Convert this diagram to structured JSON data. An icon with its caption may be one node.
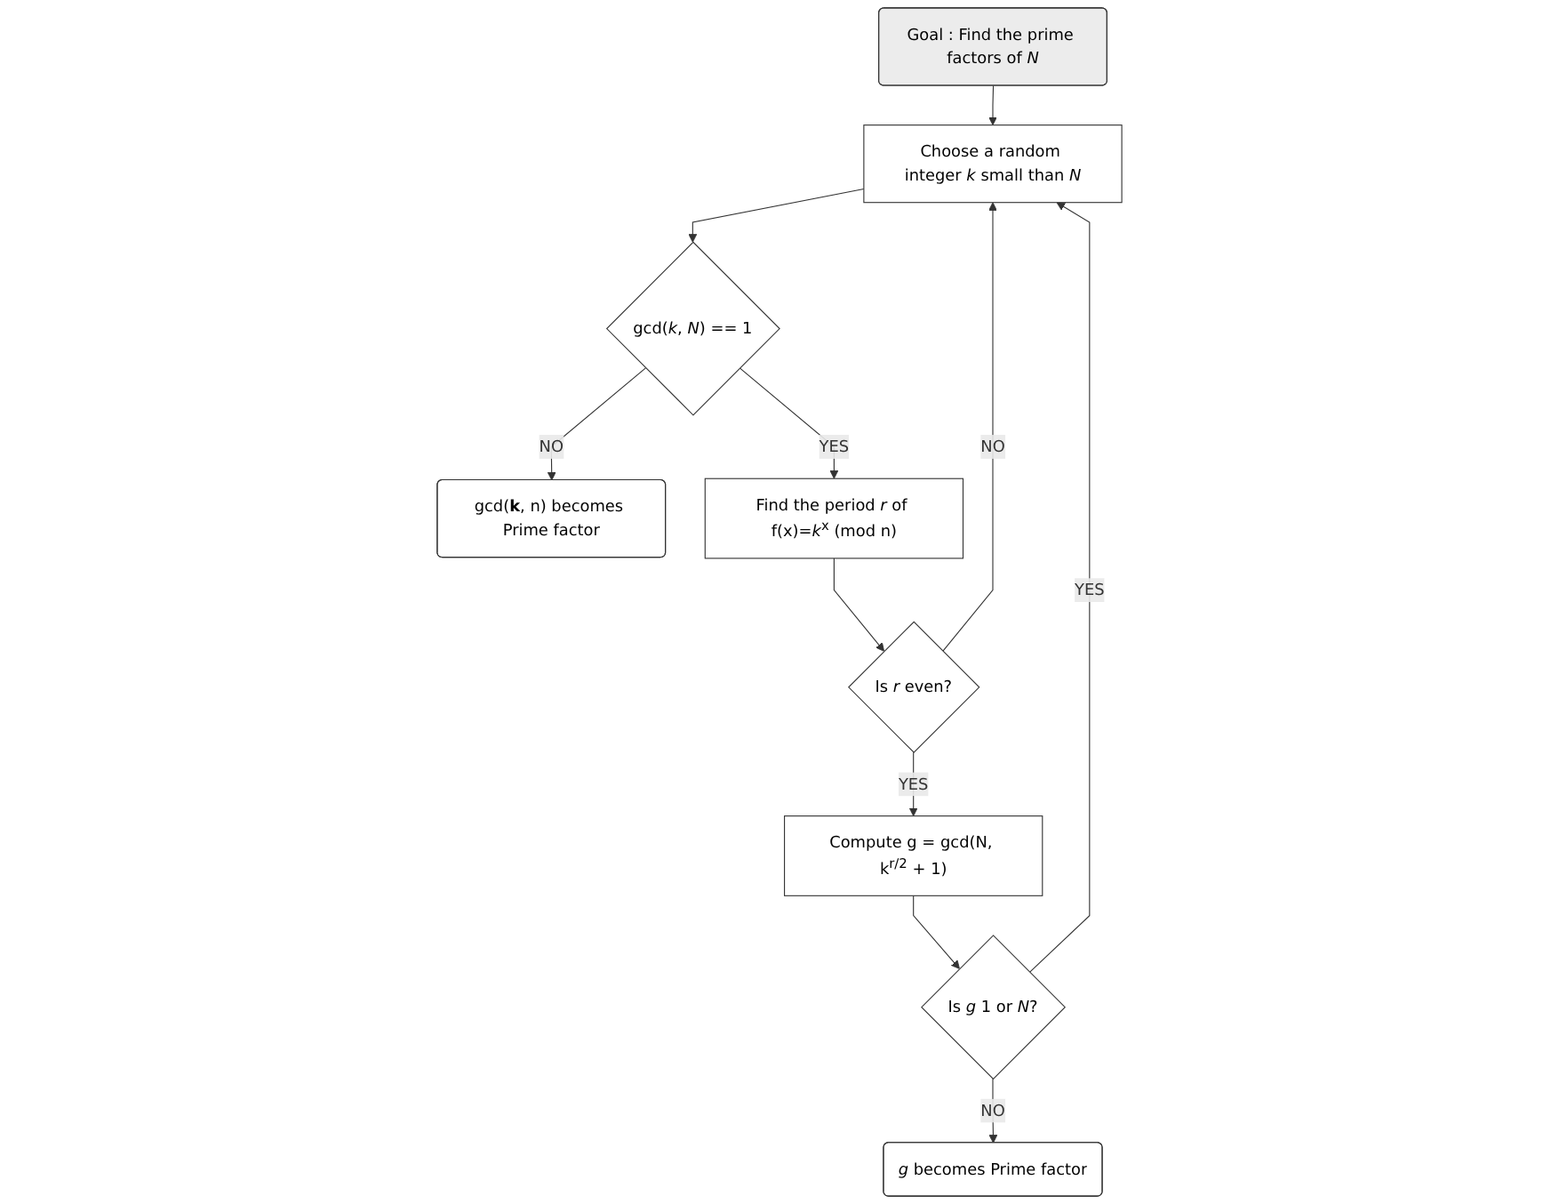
{
  "diagram": {
    "nodes": [
      {
        "text": [
          "Goal : Find the prime factors of *N*"
        ]
      },
      {
        "text": [
          "Choose a random integer *k* small than *N*"
        ]
      },
      {
        "text": [
          "gcd(*k*, *N*) == 1"
        ]
      },
      {
        "text": [
          "gcd(**k**, n) becomes Prime factor"
        ]
      },
      {
        "text": [
          "Find the period *r* of f(x)=*k*$^{x}$ (mod n)"
        ]
      },
      {
        "text": [
          "Is *r* even?"
        ]
      },
      {
        "text": [
          "Compute g = gcd(N, k$^{r/2}$ + 1)"
        ]
      },
      {
        "text": [
          "Is *g* 1 or *N*?"
        ]
      },
      {
        "text": [
          "*g* becomes Prime factor"
        ]
      }
    ],
    "edges": [
      {
        "from": 0,
        "to": 1,
        "arrow": "to"
      },
      {
        "from": 1,
        "to": 2,
        "arrow": "to"
      },
      {
        "from": 2,
        "to": 3,
        "arrow": "to",
        "label": "NO"
      },
      {
        "from": 2,
        "to": 4,
        "arrow": "to",
        "label": "YES"
      },
      {
        "from": 4,
        "to": 5,
        "arrow": "to"
      },
      {
        "from": 5,
        "to": 1,
        "arrow": "to",
        "label": "NO"
      },
      {
        "from": 5,
        "to": 6,
        "arrow": "to",
        "label": "YES"
      },
      {
        "from": 6,
        "to": 7,
        "arrow": "to"
      },
      {
        "from": 7,
        "to": 1,
        "arrow": "to",
        "label": "YES"
      },
      {
        "from": 7,
        "to": 8,
        "arrow": "to",
        "label": "NO"
      }
    ]
  }
}
